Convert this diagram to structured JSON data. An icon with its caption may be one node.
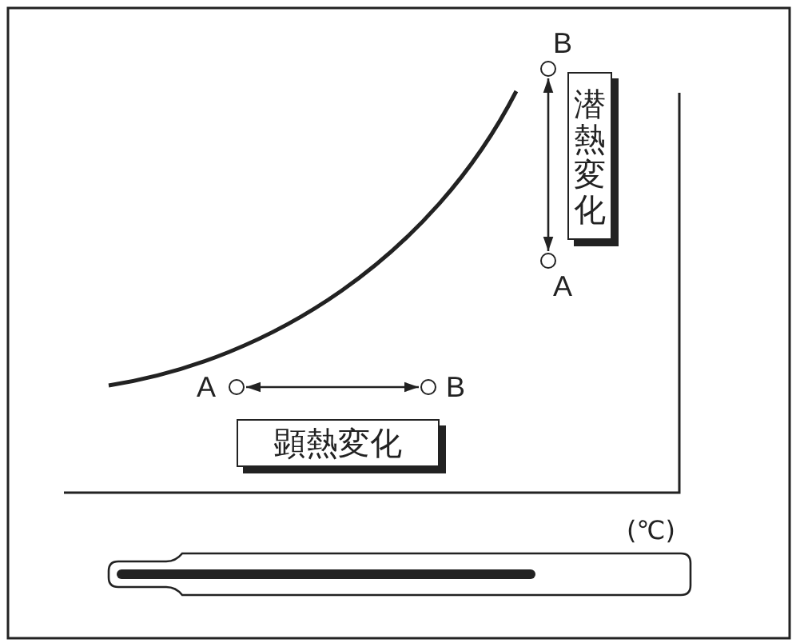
{
  "diagram": {
    "nodes": [
      {
        "text": [],
        "shape": "circle",
        "beside": [
          "B"
        ]
      },
      {
        "text": [
          "潜熱変化"
        ]
      },
      {
        "text": [],
        "shape": "circle",
        "beside": [
          "A"
        ]
      },
      {
        "text": [],
        "shape": "circle",
        "beside": [
          "A"
        ]
      },
      {
        "text": [],
        "shape": "circle",
        "beside": [
          "B"
        ]
      },
      {
        "text": [
          "顕熱変化"
        ]
      }
    ],
    "edges": [
      {
        "from": 0,
        "to": 2,
        "arrow": "both"
      },
      {
        "from": 3,
        "to": 4,
        "arrow": "both"
      }
    ],
    "labels": [
      "(℃)"
    ]
  }
}
